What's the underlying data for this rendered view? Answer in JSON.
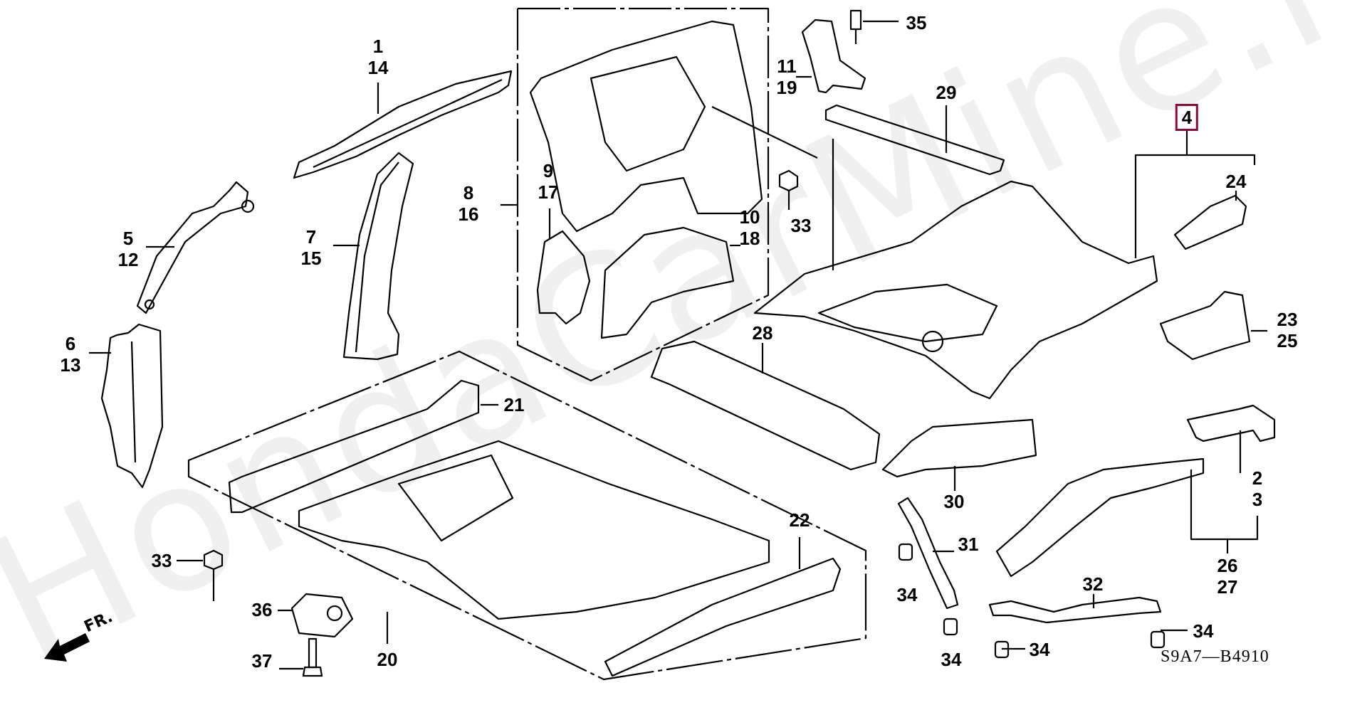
{
  "diagram": {
    "title": "Floor / Inner Panel Parts Diagram",
    "code": "S9A7—B4910",
    "watermark": "HondaCarMine.ru",
    "direction_label": "FR.",
    "direction_icon": "front-arrow-icon",
    "highlight_color": "#8c0a36",
    "callouts": [
      {
        "id": "c-1-14",
        "lines": [
          "1",
          "14"
        ]
      },
      {
        "id": "c-5-12",
        "lines": [
          "5",
          "12"
        ]
      },
      {
        "id": "c-6-13",
        "lines": [
          "6",
          "13"
        ]
      },
      {
        "id": "c-7-15",
        "lines": [
          "7",
          "15"
        ]
      },
      {
        "id": "c-8-16",
        "lines": [
          "8",
          "16"
        ]
      },
      {
        "id": "c-9-17",
        "lines": [
          "9",
          "17"
        ]
      },
      {
        "id": "c-10-18",
        "lines": [
          "10",
          "18"
        ]
      },
      {
        "id": "c-11-19",
        "lines": [
          "11",
          "19"
        ]
      },
      {
        "id": "c-35",
        "lines": [
          "35"
        ]
      },
      {
        "id": "c-29",
        "lines": [
          "29"
        ]
      },
      {
        "id": "c-33-upper",
        "lines": [
          "33"
        ]
      },
      {
        "id": "c-4",
        "lines": [
          "4"
        ],
        "highlighted": true
      },
      {
        "id": "c-24",
        "lines": [
          "24"
        ]
      },
      {
        "id": "c-23-25",
        "lines": [
          "23",
          "25"
        ]
      },
      {
        "id": "c-28",
        "lines": [
          "28"
        ]
      },
      {
        "id": "c-21",
        "lines": [
          "21"
        ]
      },
      {
        "id": "c-22",
        "lines": [
          "22"
        ]
      },
      {
        "id": "c-30",
        "lines": [
          "30"
        ]
      },
      {
        "id": "c-31",
        "lines": [
          "31"
        ]
      },
      {
        "id": "c-2-3",
        "lines": [
          "2",
          "3"
        ]
      },
      {
        "id": "c-26-27",
        "lines": [
          "26",
          "27"
        ]
      },
      {
        "id": "c-32",
        "lines": [
          "32"
        ]
      },
      {
        "id": "c-34-a",
        "lines": [
          "34"
        ]
      },
      {
        "id": "c-34-b",
        "lines": [
          "34"
        ]
      },
      {
        "id": "c-34-c",
        "lines": [
          "34"
        ]
      },
      {
        "id": "c-34-d",
        "lines": [
          "34"
        ]
      },
      {
        "id": "c-33-lower",
        "lines": [
          "33"
        ]
      },
      {
        "id": "c-36",
        "lines": [
          "36"
        ]
      },
      {
        "id": "c-37",
        "lines": [
          "37"
        ]
      },
      {
        "id": "c-20",
        "lines": [
          "20"
        ]
      }
    ]
  }
}
